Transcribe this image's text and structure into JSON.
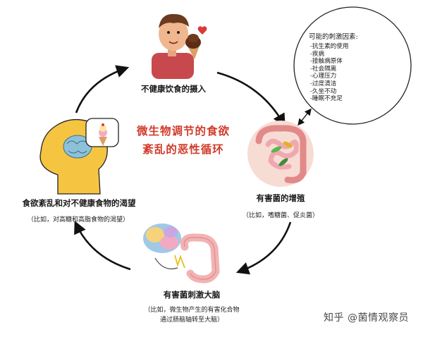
{
  "diagram": {
    "center_title": [
      "微生物调节的食欲",
      "紊乱的恶性循环"
    ],
    "nodes": {
      "top": {
        "label": "不健康饮食的摄入"
      },
      "right": {
        "label": "有害菌的增殖",
        "sub": "（比如，嗜糖菌、促炎菌）"
      },
      "bottom": {
        "label": "有害菌刺激大脑",
        "sub_lines": [
          "（比如，微生物产生的有害化合物",
          "通过肠脑轴转至大脑）"
        ]
      },
      "left": {
        "label": "食欲紊乱和对不健康食物的渴望",
        "sub": "（比如，对高糖和高脂食物的渴望）"
      }
    },
    "factors": {
      "title": "可能的刺激因素:",
      "items": [
        "-抗生素的使用",
        "-疾病",
        "-接触病原体",
        "-社会隔离",
        "-心理压力",
        "-过度清洁",
        "-久坐不动",
        "-睡眠不充足"
      ]
    },
    "watermark": "知乎 @菌情观察员"
  }
}
